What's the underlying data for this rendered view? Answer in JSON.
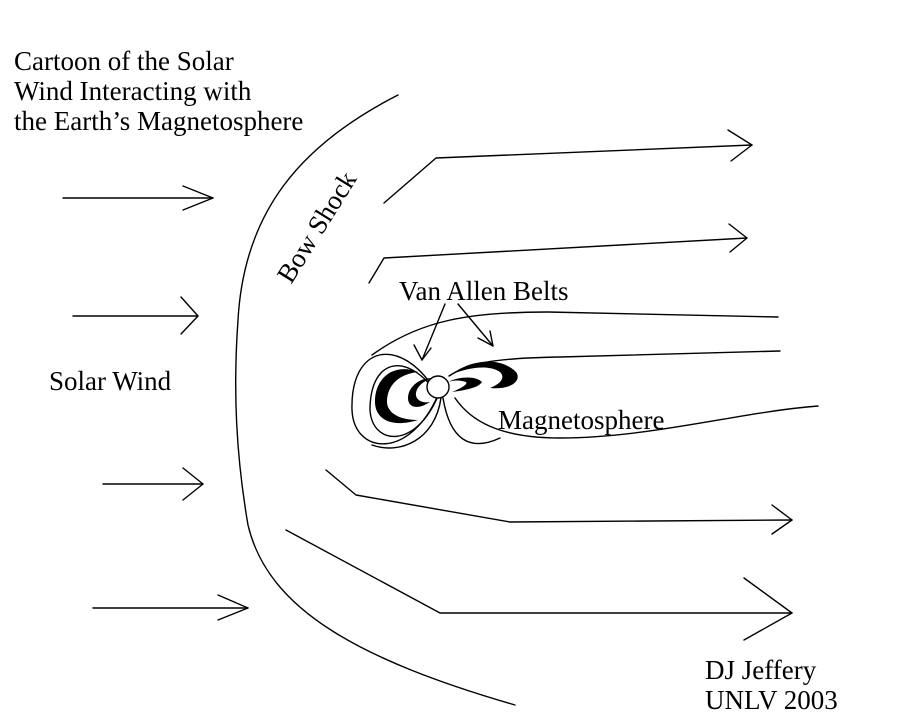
{
  "title_lines": [
    "Cartoon of the Solar",
    "Wind Interacting with",
    "the Earth’s Magnetosphere"
  ],
  "labels": {
    "solar_wind": "Solar Wind",
    "bow_shock": "Bow Shock",
    "van_allen_belts": "Van Allen Belts",
    "magnetosphere": "Magnetosphere"
  },
  "credit_lines": [
    "DJ Jeffery",
    "UNLV 2003"
  ]
}
